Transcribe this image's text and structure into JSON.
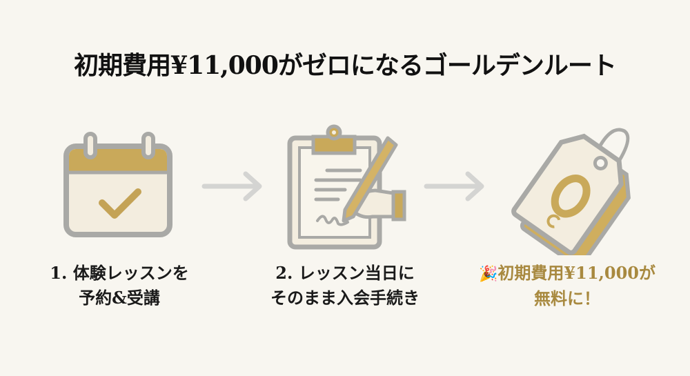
{
  "title": "初期費用¥11,000がゼロになるゴールデンルート",
  "colors": {
    "gold": "#c9a95a",
    "gold_text": "#a8893f",
    "outline": "#a9a9a6",
    "cream": "#f3eddf",
    "arrow": "#d4d4d2"
  },
  "steps": [
    {
      "icon": "calendar-check-icon",
      "line1": "1. 体験レッスンを",
      "line2": "予約&受講"
    },
    {
      "icon": "clipboard-signature-icon",
      "line1": "2. レッスン当日に",
      "line2": "そのまま入会手続き"
    },
    {
      "icon": "price-tag-zero-icon",
      "emoji": "🎉",
      "line1": "初期費用¥11,000が",
      "line2": "無料に！"
    }
  ]
}
